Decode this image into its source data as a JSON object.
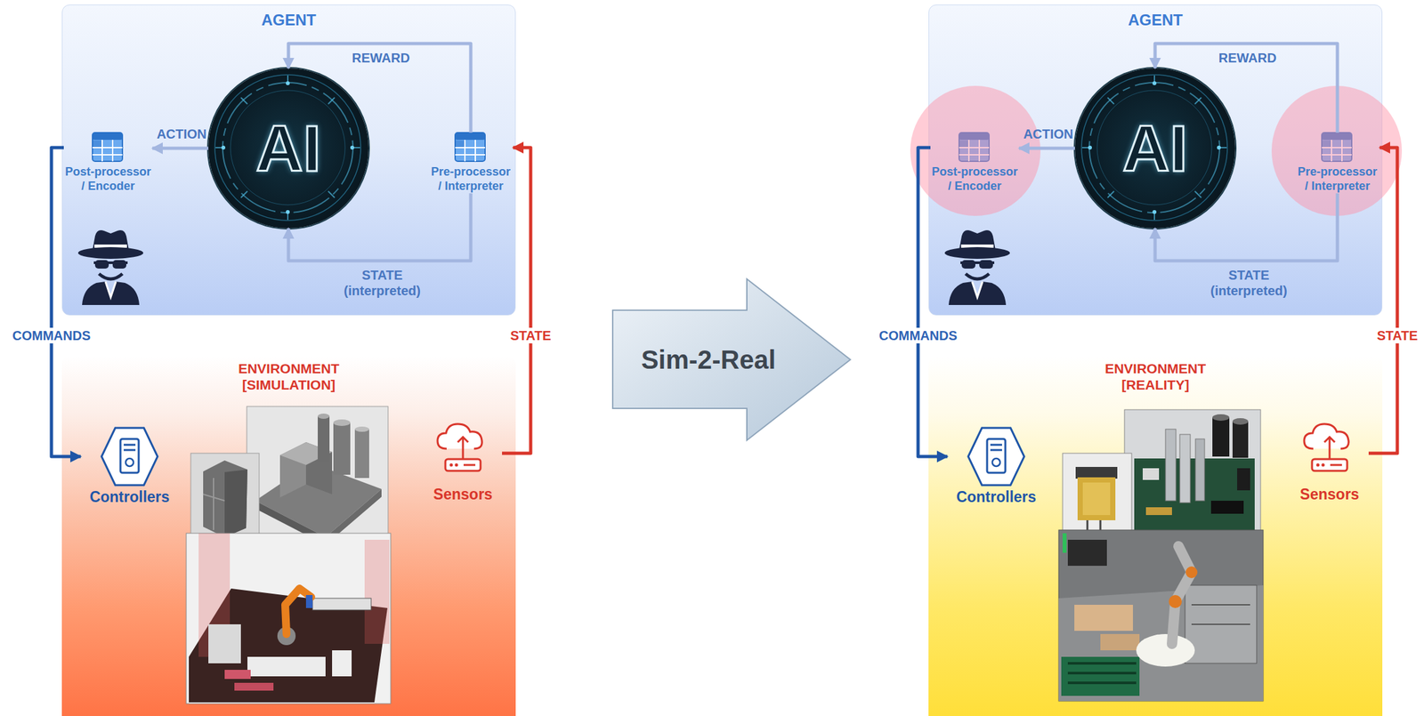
{
  "diagram": {
    "nodes": [
      {
        "text": [
          "AGENT"
        ]
      },
      {
        "text": [
          "AI"
        ],
        "in": 0
      },
      {
        "text": [
          "Post-processor / Encoder"
        ],
        "in": 0
      },
      {
        "text": [
          "Pre-processor / Interpreter"
        ],
        "in": 0
      },
      {
        "text": [
          "ENVIRONMENT [SIMULATION]"
        ]
      },
      {
        "text": [
          "Controllers"
        ],
        "in": 4
      },
      {
        "text": [
          "Sensors"
        ],
        "in": 4
      },
      {
        "text": [
          "Sim-2-Real"
        ]
      },
      {
        "text": [
          "AGENT"
        ]
      },
      {
        "text": [
          "AI"
        ],
        "in": 8
      },
      {
        "text": [
          "Post-processor / Encoder"
        ],
        "in": 8
      },
      {
        "text": [
          "Pre-processor / Interpreter"
        ],
        "in": 8
      },
      {
        "text": [
          "ENVIRONMENT [REALITY]"
        ]
      },
      {
        "text": [
          "Controllers"
        ],
        "in": 12
      },
      {
        "text": [
          "Sensors"
        ],
        "in": 12
      }
    ],
    "edges": [
      {
        "from": 1,
        "to": 2,
        "label": "ACTION",
        "arrow": "to"
      },
      {
        "from": 3,
        "to": 1,
        "label": "REWARD",
        "arrow": "to"
      },
      {
        "from": 3,
        "to": 1,
        "label": "STATE (interpreted)",
        "arrow": "to"
      },
      {
        "from": 2,
        "to": 5,
        "label": "COMMANDS",
        "arrow": "to"
      },
      {
        "from": 6,
        "to": 3,
        "label": "STATE",
        "arrow": "to"
      },
      {
        "from": 9,
        "to": 10,
        "label": "ACTION",
        "arrow": "to"
      },
      {
        "from": 11,
        "to": 9,
        "label": "REWARD",
        "arrow": "to"
      },
      {
        "from": 11,
        "to": 9,
        "label": "STATE (interpreted)",
        "arrow": "to"
      },
      {
        "from": 10,
        "to": 13,
        "label": "COMMANDS",
        "arrow": "to"
      },
      {
        "from": 14,
        "to": 11,
        "label": "STATE",
        "arrow": "to"
      }
    ]
  }
}
